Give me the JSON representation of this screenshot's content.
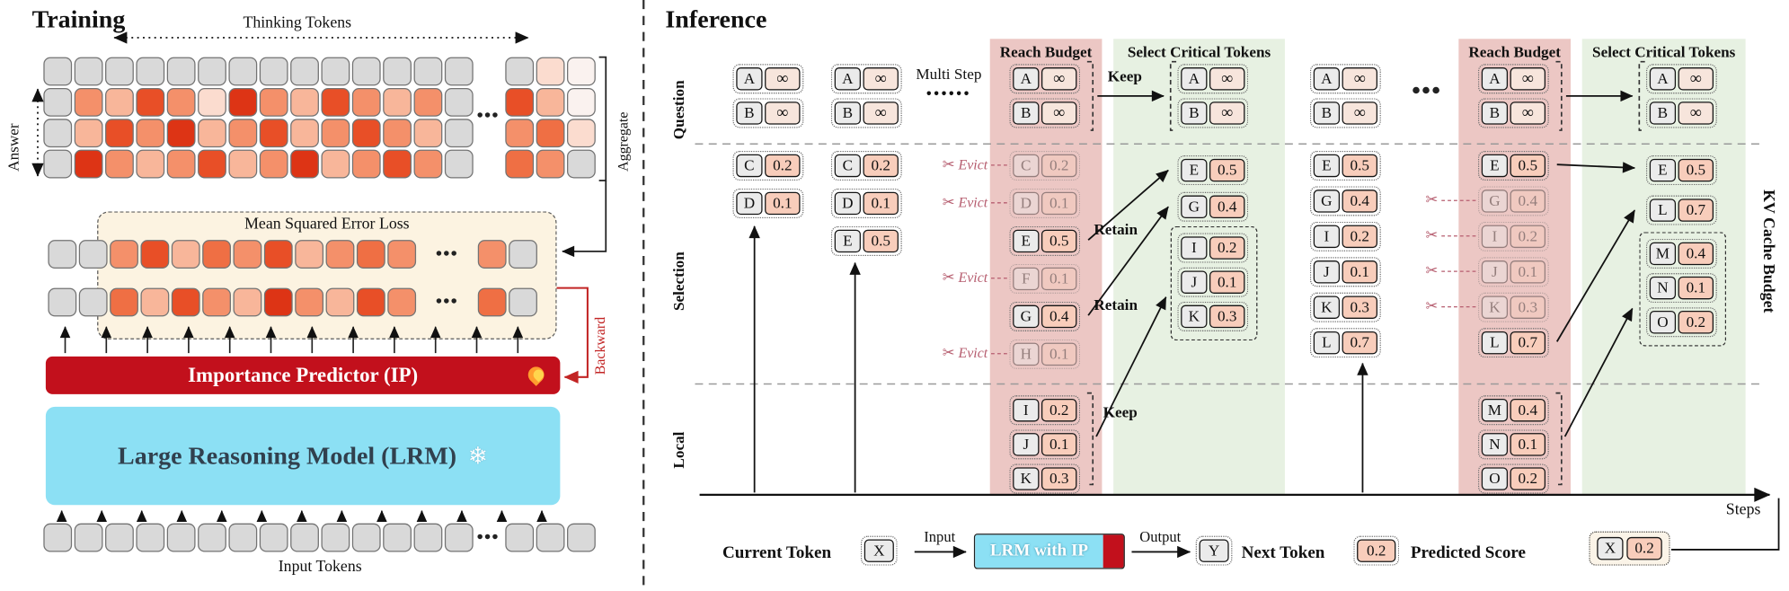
{
  "training": {
    "title": "Training",
    "thinking_tokens_label": "Thinking Tokens",
    "answer_label": "Answer",
    "aggregate_label": "Aggregate",
    "mse_label": "Mean Squared Error Loss",
    "backward_label": "Backward",
    "ip_label": "Importance Predictor (IP)",
    "ip_icon": "flame",
    "lrm_label": "Large Reasoning Model (LRM)",
    "lrm_icon": "❄",
    "input_label": "Input Tokens",
    "ellipsis": "•••",
    "palette": {
      "g": "#d9d9d9",
      "w": "#faf2ef",
      "r1": "#fbdccf",
      "r2": "#f8b69a",
      "r3": "#f4906a",
      "r4": "#ef6f44",
      "r5": "#e84f27",
      "r6": "#dd3415"
    },
    "answer_grid": {
      "rows": [
        [
          "g",
          "g",
          "g",
          "g",
          "g",
          "g",
          "g",
          "g",
          "g",
          "g",
          "g",
          "g",
          "g",
          "g"
        ],
        [
          "g",
          "r3",
          "r2",
          "r5",
          "r3",
          "r1",
          "r6",
          "r3",
          "r2",
          "r5",
          "r3",
          "r2",
          "r3",
          "g"
        ],
        [
          "g",
          "r2",
          "r5",
          "r3",
          "r6",
          "r2",
          "r3",
          "r5",
          "r2",
          "r3",
          "r5",
          "r3",
          "r2",
          "g"
        ],
        [
          "g",
          "r6",
          "r3",
          "r2",
          "r3",
          "r5",
          "r2",
          "r3",
          "r6",
          "r2",
          "r3",
          "r5",
          "r3",
          "g"
        ]
      ],
      "extra": [
        [
          "g",
          "r1",
          "w"
        ],
        [
          "r5",
          "r2",
          "w"
        ],
        [
          "r3",
          "r4",
          "r1"
        ],
        [
          "r4",
          "r3",
          "g"
        ]
      ]
    },
    "mse_rows": {
      "rows": [
        [
          "g",
          "g",
          "r3",
          "r5",
          "r2",
          "r4",
          "r3",
          "r5",
          "r2",
          "r3",
          "r4",
          "r3"
        ],
        [
          "g",
          "g",
          "r4",
          "r2",
          "r5",
          "r3",
          "r2",
          "r6",
          "r3",
          "r2",
          "r5",
          "r3"
        ]
      ],
      "extra": [
        [
          "r3",
          "g"
        ],
        [
          "r4",
          "g"
        ]
      ]
    },
    "input_row": {
      "row": [
        "g",
        "g",
        "g",
        "g",
        "g",
        "g",
        "g",
        "g",
        "g",
        "g",
        "g",
        "g",
        "g",
        "g"
      ],
      "extra": [
        "g",
        "g",
        "g"
      ]
    }
  },
  "inference": {
    "title": "Inference",
    "section_labels": [
      "Question",
      "Selection",
      "Local"
    ],
    "reach_budget_label": "Reach Budget",
    "select_critical_label": "Select Critical Tokens",
    "kv_cache_label": "KV Cache Budget",
    "multi_step_label": "Multi Step",
    "multi_step_dots": "••••••",
    "big_ellipsis": "•••",
    "steps_label": "Steps",
    "keep_label": "Keep",
    "retain_label": "Retain",
    "evict_label": "Evict",
    "scissors_icon": "✂",
    "columns": {
      "c1": {
        "question": [
          {
            "t": "A",
            "s": "∞"
          },
          {
            "t": "B",
            "s": "∞"
          }
        ],
        "selection": [
          {
            "t": "C",
            "s": "0.2"
          },
          {
            "t": "D",
            "s": "0.1"
          }
        ]
      },
      "c2": {
        "question": [
          {
            "t": "A",
            "s": "∞"
          },
          {
            "t": "B",
            "s": "∞"
          }
        ],
        "selection": [
          {
            "t": "C",
            "s": "0.2"
          },
          {
            "t": "D",
            "s": "0.1"
          },
          {
            "t": "E",
            "s": "0.5"
          }
        ]
      },
      "b1": {
        "question": [
          {
            "t": "A",
            "s": "∞"
          },
          {
            "t": "B",
            "s": "∞"
          }
        ],
        "selection": [
          {
            "t": "C",
            "s": "0.2",
            "evict": "label"
          },
          {
            "t": "D",
            "s": "0.1",
            "evict": "label"
          },
          {
            "t": "E",
            "s": "0.5"
          },
          {
            "t": "F",
            "s": "0.1",
            "evict": "label"
          },
          {
            "t": "G",
            "s": "0.4"
          },
          {
            "t": "H",
            "s": "0.1",
            "evict": "label"
          }
        ],
        "local": [
          {
            "t": "I",
            "s": "0.2"
          },
          {
            "t": "J",
            "s": "0.1"
          },
          {
            "t": "K",
            "s": "0.3"
          }
        ]
      },
      "s1": {
        "question": [
          {
            "t": "A",
            "s": "∞"
          },
          {
            "t": "B",
            "s": "∞"
          }
        ],
        "retained": [
          {
            "t": "E",
            "s": "0.5"
          },
          {
            "t": "G",
            "s": "0.4"
          }
        ],
        "local_group": [
          {
            "t": "I",
            "s": "0.2"
          },
          {
            "t": "J",
            "s": "0.1"
          },
          {
            "t": "K",
            "s": "0.3"
          }
        ]
      },
      "c5": {
        "question": [
          {
            "t": "A",
            "s": "∞"
          },
          {
            "t": "B",
            "s": "∞"
          }
        ],
        "selection": [
          {
            "t": "E",
            "s": "0.5"
          },
          {
            "t": "G",
            "s": "0.4"
          },
          {
            "t": "I",
            "s": "0.2"
          },
          {
            "t": "J",
            "s": "0.1"
          },
          {
            "t": "K",
            "s": "0.3"
          },
          {
            "t": "L",
            "s": "0.7"
          }
        ]
      },
      "b2": {
        "question": [
          {
            "t": "A",
            "s": "∞"
          },
          {
            "t": "B",
            "s": "∞"
          }
        ],
        "selection": [
          {
            "t": "E",
            "s": "0.5"
          },
          {
            "t": "G",
            "s": "0.4",
            "evict": "mark"
          },
          {
            "t": "I",
            "s": "0.2",
            "evict": "mark"
          },
          {
            "t": "J",
            "s": "0.1",
            "evict": "mark"
          },
          {
            "t": "K",
            "s": "0.3",
            "evict": "mark"
          },
          {
            "t": "L",
            "s": "0.7"
          }
        ],
        "local": [
          {
            "t": "M",
            "s": "0.4"
          },
          {
            "t": "N",
            "s": "0.1"
          },
          {
            "t": "O",
            "s": "0.2"
          }
        ]
      },
      "s2": {
        "question": [
          {
            "t": "A",
            "s": "∞"
          },
          {
            "t": "B",
            "s": "∞"
          }
        ],
        "retained": [
          {
            "t": "E",
            "s": "0.5"
          },
          {
            "t": "L",
            "s": "0.7"
          }
        ],
        "local_group": [
          {
            "t": "M",
            "s": "0.4"
          },
          {
            "t": "N",
            "s": "0.1"
          },
          {
            "t": "O",
            "s": "0.2"
          }
        ]
      }
    },
    "legend": {
      "current_token_label": "Current Token",
      "current_token": "X",
      "input_label": "Input",
      "model_label": "LRM with IP",
      "output_label": "Output",
      "next_token": "Y",
      "next_token_label": "Next Token",
      "score_sample": "0.2",
      "predicted_score_label": "Predicted Score",
      "pair_token": "X",
      "pair_score": "0.2"
    }
  },
  "colors": {
    "ip_red": "#c2101c",
    "lrm_cyan": "#8ce0f4",
    "budget_band": "#ecc7c4",
    "select_band": "#e7f1e2",
    "score_cell": "#f8cdbb",
    "evict_pink": "#b65d6f",
    "backward_red": "#c22424"
  }
}
